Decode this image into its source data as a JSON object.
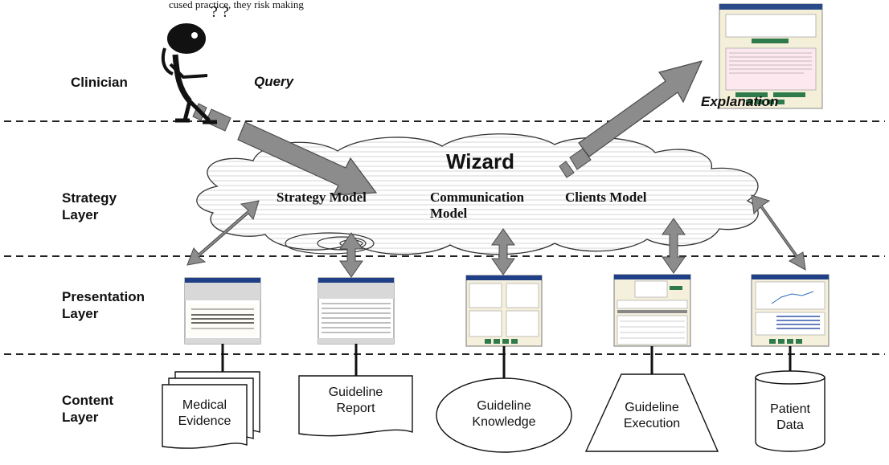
{
  "header_text": "cused practice, they risk making",
  "layers": {
    "clinician": "Clinician",
    "strategy": [
      "Strategy",
      "Layer"
    ],
    "presentation": [
      "Presentation",
      "Layer"
    ],
    "content": [
      "Content",
      "Layer"
    ]
  },
  "flow": {
    "query": "Query",
    "explanation": "Explanation",
    "question_marks": "? ?"
  },
  "wizard": {
    "title": "Wizard",
    "strategy_model": "Strategy Model",
    "communication_model": [
      "Communication",
      "Model"
    ],
    "clients_model": "Clients Model"
  },
  "content_items": [
    {
      "shape": "multi-document",
      "label": [
        "Medical",
        "Evidence"
      ]
    },
    {
      "shape": "document",
      "label": [
        "Guideline",
        "Report"
      ]
    },
    {
      "shape": "ellipse",
      "label": [
        "Guideline",
        "Knowledge"
      ]
    },
    {
      "shape": "trapezoid",
      "label": [
        "Guideline",
        "Execution"
      ]
    },
    {
      "shape": "cylinder",
      "label": [
        "Patient",
        "Data"
      ]
    }
  ],
  "colors": {
    "arrow_fill": "#8c8c8c",
    "arrow_stroke": "#4a4a4a",
    "cloud_fill": "#f2f2f2",
    "dashed_line": "#222222"
  }
}
